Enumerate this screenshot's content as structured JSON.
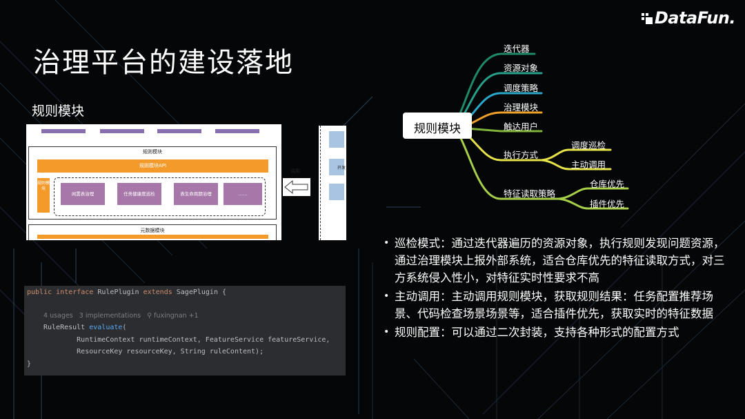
{
  "logo": {
    "text": "DataFun."
  },
  "title": "治理平台的建设落地",
  "section_label": "规则模块",
  "arch_diagram": {
    "box_title": "规则模块",
    "api_label": "规则模块API",
    "side_label": "规则模块",
    "plugins": [
      "闲置表治理",
      "任务健康度巡检",
      "表生命周期治理",
      "……"
    ],
    "meta_title": "元数据模块",
    "call_label": "调用",
    "right_fragment_label": "开发"
  },
  "code": {
    "line1_kw1": "public",
    "line1_kw2": "interface",
    "line1_name": " RulePlugin ",
    "line1_kw3": "extends",
    "line1_rest": " SagePlugin {",
    "usages": "4 usages",
    "implementations": "3 implementations",
    "author": "fuxingnan +1",
    "line3_type": "RuleResult ",
    "line3_fn": "evaluate",
    "line3_rest": "(",
    "line4": "        RuntimeContext runtimeContext, FeatureService featureService,",
    "line5": "        ResourceKey resourceKey, String ruleContent);",
    "line6": "}"
  },
  "mindmap": {
    "root": "规则模块",
    "branches": [
      {
        "label": "迭代器",
        "color": "#1f8a6a"
      },
      {
        "label": "资源对象",
        "color": "#27a08a"
      },
      {
        "label": "调度策略",
        "color": "#2aa7c9"
      },
      {
        "label": "治理模块",
        "color": "#f0a02a"
      },
      {
        "label": "触达用户",
        "color": "#7fb33a"
      },
      {
        "label": "执行方式",
        "color": "#e6e24a",
        "children": [
          "调度巡检",
          "主动调用"
        ]
      },
      {
        "label": "特征读取策略",
        "color": "#a7cf4a",
        "children": [
          "仓库优先",
          "插件优先"
        ]
      }
    ]
  },
  "bullets": [
    "巡检模式：通过迭代器遍历的资源对象，执行规则发现问题资源，通过治理模块上报外部系统，适合仓库优先的特征读取方式，对三方系统侵入性小，对特征实时性要求不高",
    "主动调用：主动调用规则模块，获取规则结果：任务配置推荐场景、代码检查场景场景等，适合插件优先，获取实时的特征数据",
    "规则配置：可以通过二次封装，支持各种形式的配置方式"
  ],
  "bullet_glyph": "•"
}
